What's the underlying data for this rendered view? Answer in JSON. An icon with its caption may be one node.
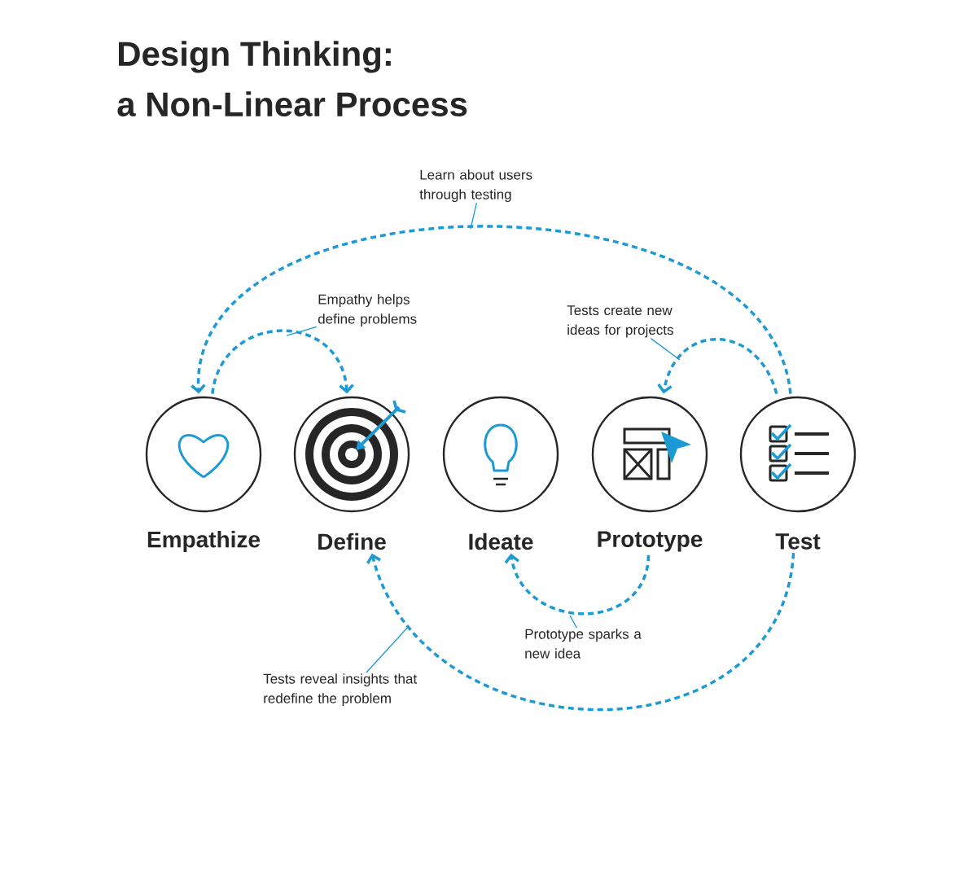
{
  "diagram": {
    "title": "Design Thinking: a Non-Linear Process",
    "nodes": [
      {
        "text": [
          "Empathize"
        ]
      },
      {
        "text": [
          "Define"
        ]
      },
      {
        "text": [
          "Ideate"
        ]
      },
      {
        "text": [
          "Prototype"
        ]
      },
      {
        "text": [
          "Test"
        ]
      },
      {
        "text": [
          "Learn about users through testing"
        ]
      },
      {
        "text": [
          "Empathy helps define problems"
        ]
      },
      {
        "text": [
          "Tests create new ideas for projects"
        ]
      },
      {
        "text": [
          "Prototype sparks a new idea"
        ]
      },
      {
        "text": [
          "Tests reveal insights that redefine the problem"
        ]
      }
    ],
    "edges": [
      {
        "from": 4,
        "to": 0,
        "arrow": "to",
        "style": "dashed"
      },
      {
        "from": 0,
        "to": 1,
        "arrow": "to",
        "style": "dashed"
      },
      {
        "from": 4,
        "to": 3,
        "arrow": "to",
        "style": "dashed"
      },
      {
        "from": 3,
        "to": 2,
        "arrow": "to",
        "style": "dashed"
      },
      {
        "from": 4,
        "to": 1,
        "arrow": "to",
        "style": "dashed"
      },
      {
        "from": 5,
        "to": null,
        "arrow": "none"
      },
      {
        "from": 6,
        "to": null,
        "arrow": "none"
      },
      {
        "from": 7,
        "to": null,
        "arrow": "none"
      },
      {
        "from": 8,
        "to": null,
        "arrow": "none"
      },
      {
        "from": 9,
        "to": null,
        "arrow": "none"
      }
    ]
  }
}
